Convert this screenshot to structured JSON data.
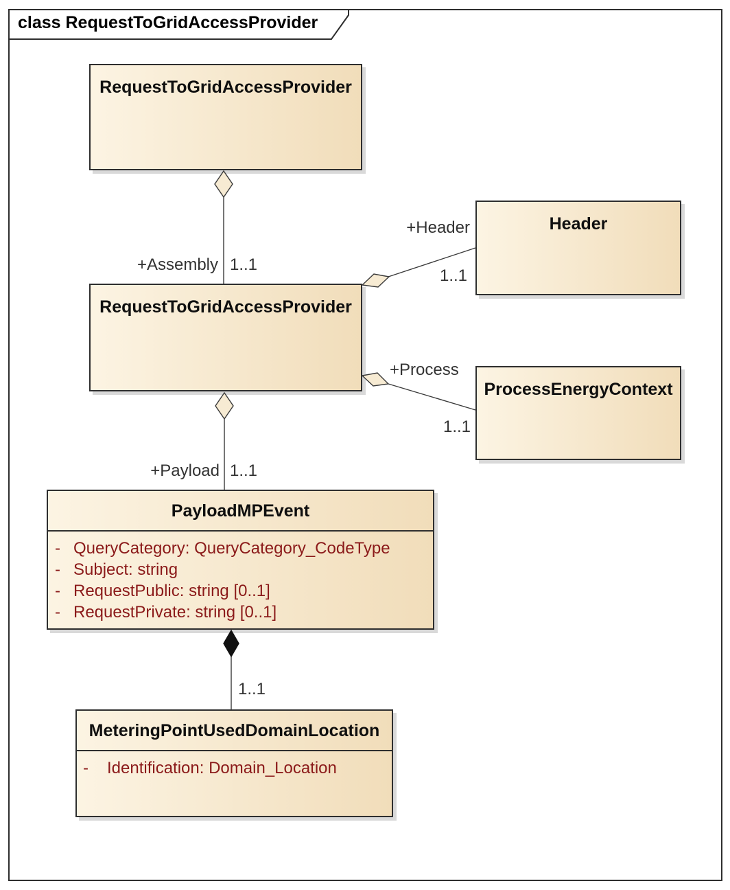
{
  "frame": {
    "label": "class RequestToGridAccessProvider"
  },
  "classes": {
    "assembly_parent": {
      "name": "RequestToGridAccessProvider"
    },
    "assembly": {
      "name": "RequestToGridAccessProvider"
    },
    "header": {
      "name": "Header"
    },
    "process": {
      "name": "ProcessEnergyContext"
    },
    "payload": {
      "name": "PayloadMPEvent",
      "attributes": [
        {
          "vis": "-",
          "text": "QueryCategory: QueryCategory_CodeType"
        },
        {
          "vis": "-",
          "text": "Subject: string"
        },
        {
          "vis": "-",
          "text": "RequestPublic: string [0..1]"
        },
        {
          "vis": "-",
          "text": "RequestPrivate: string [0..1]"
        }
      ]
    },
    "metering": {
      "name": "MeteringPointUsedDomainLocation",
      "attributes": [
        {
          "vis": "-",
          "text": "Identification: Domain_Location"
        }
      ]
    }
  },
  "associations": {
    "assembly": {
      "role": "+Assembly",
      "multiplicity": "1..1",
      "kind": "aggregation"
    },
    "header": {
      "role": "+Header",
      "multiplicity": "1..1",
      "kind": "aggregation"
    },
    "process": {
      "role": "+Process",
      "multiplicity": "1..1",
      "kind": "aggregation"
    },
    "payload": {
      "role": "+Payload",
      "multiplicity": "1..1",
      "kind": "aggregation"
    },
    "metering": {
      "multiplicity": "1..1",
      "kind": "composition"
    }
  },
  "colors": {
    "box_fill_light": "#FCF4E3",
    "box_fill_dark": "#F1DDBA",
    "box_border": "#2e2e2e",
    "shadow": "#d9d9d9",
    "attribute_text": "#8B1A1A",
    "label_text": "#333333",
    "line": "#3a3a3a",
    "aggregation_diamond_fill": "#F7EBD3",
    "composition_diamond_fill": "#111111",
    "background": "#ffffff"
  }
}
